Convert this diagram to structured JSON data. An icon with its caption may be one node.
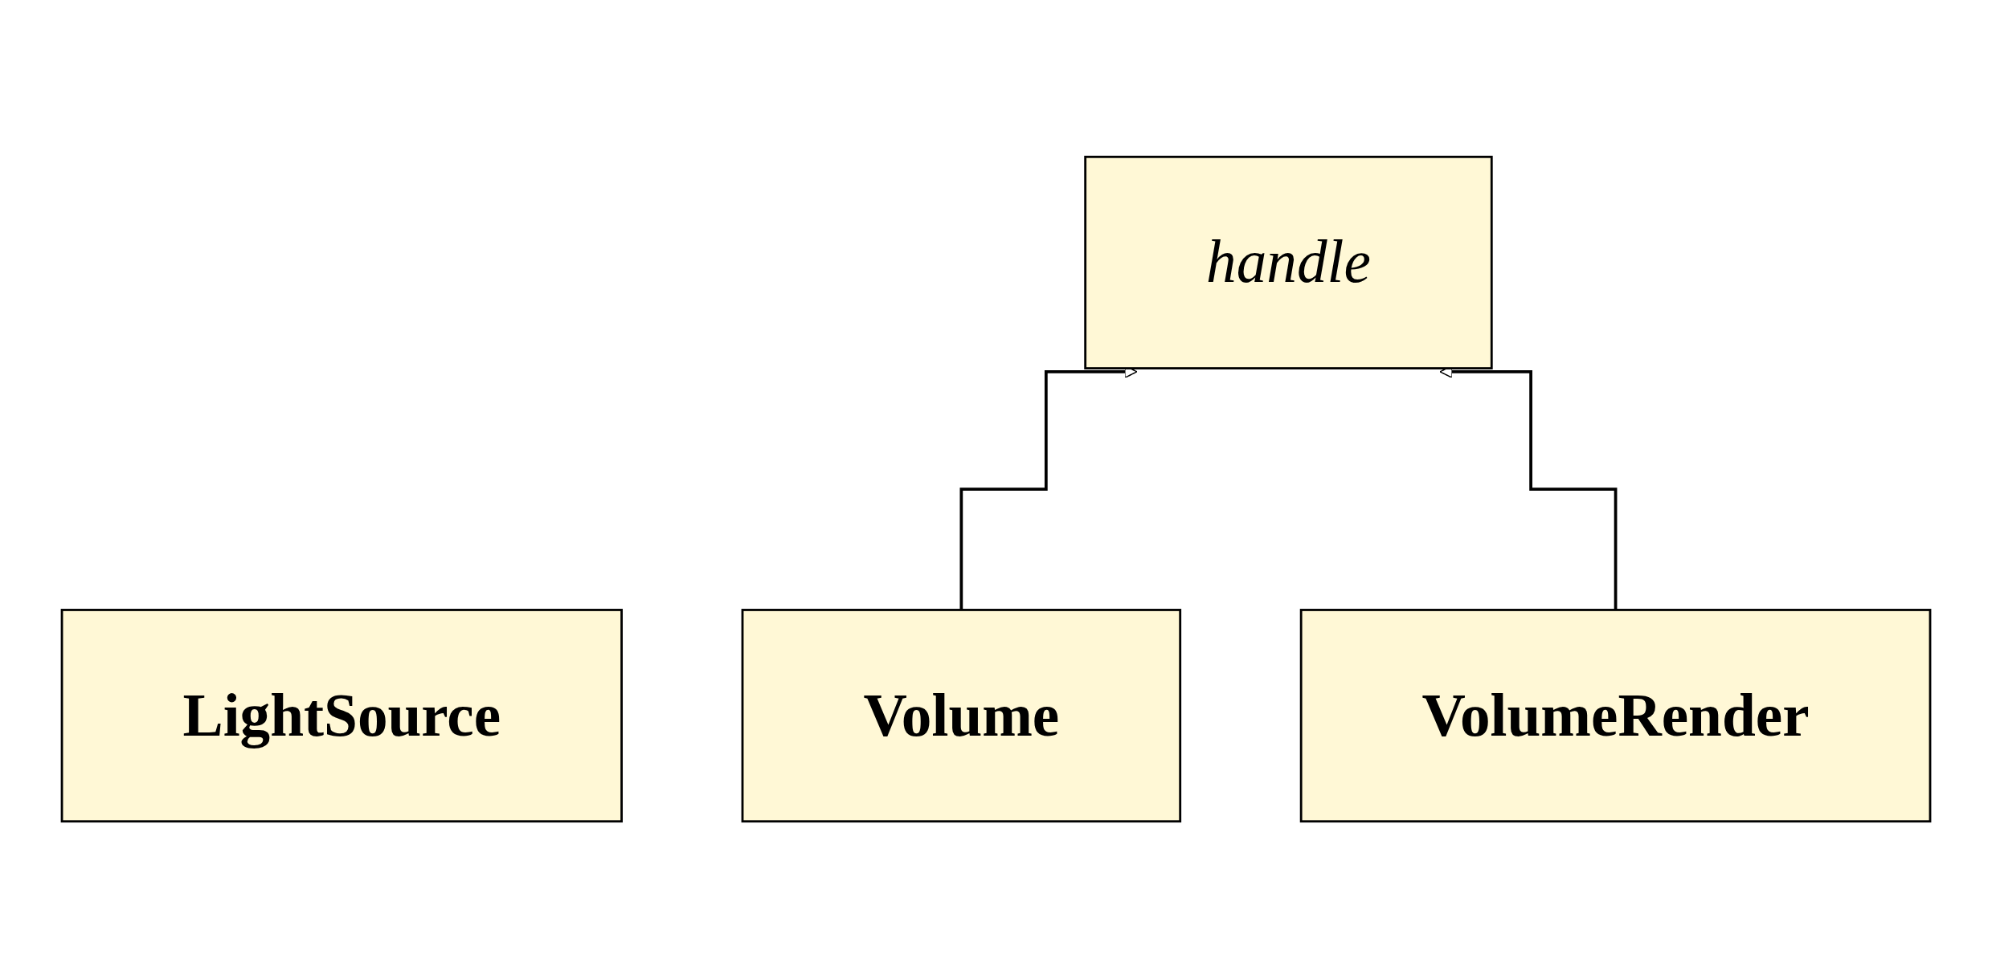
{
  "diagram": {
    "nodes": [
      {
        "text": [
          "handle"
        ]
      },
      {
        "text": [
          "LightSource"
        ]
      },
      {
        "text": [
          "Volume"
        ]
      },
      {
        "text": [
          "VolumeRender"
        ]
      }
    ],
    "edges": [
      {
        "from": 2,
        "to": 0,
        "arrow": "to"
      },
      {
        "from": 3,
        "to": 0,
        "arrow": "to"
      }
    ]
  }
}
